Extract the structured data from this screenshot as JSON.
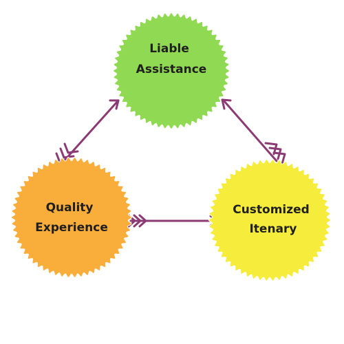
{
  "colors": {
    "connector": "#8b3a74",
    "scallop_edge": "#ffffff"
  },
  "nodes": [
    {
      "id": "liable-assistance",
      "lines": [
        "Liable",
        "Assistance"
      ],
      "fill": "#90d952"
    },
    {
      "id": "quality-experience",
      "lines": [
        "Quality",
        "Experience"
      ],
      "fill": "#f9ad3b"
    },
    {
      "id": "customized-itenary",
      "lines": [
        "Customized",
        "Itenary"
      ],
      "fill": "#f5ec3c"
    }
  ],
  "connectors": [
    {
      "id": "quality-to-liable",
      "from": "quality-experience",
      "to": "liable-assistance"
    },
    {
      "id": "quality-to-customized",
      "from": "quality-experience",
      "to": "customized-itenary"
    },
    {
      "id": "customized-to-liable",
      "from": "customized-itenary",
      "to": "liable-assistance"
    }
  ]
}
